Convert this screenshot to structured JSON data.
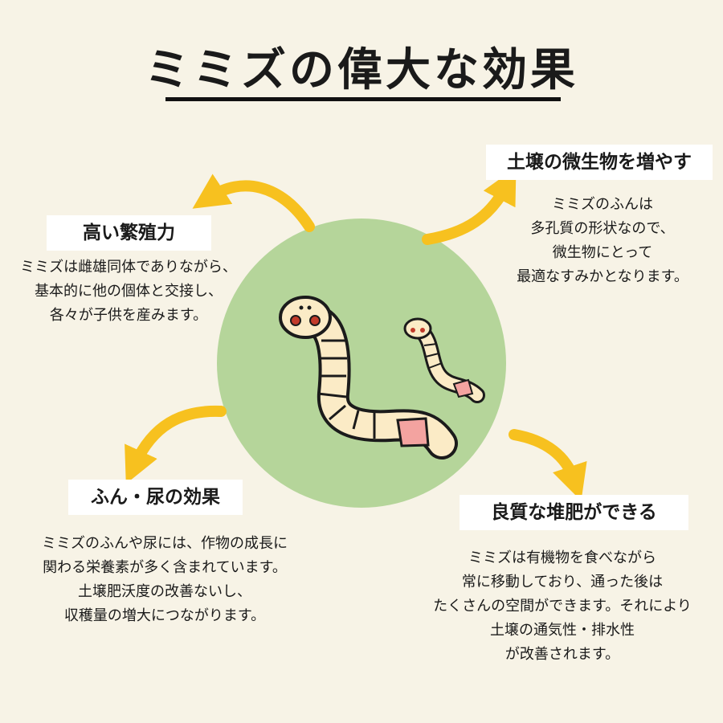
{
  "title": "ミミズの偉大な効果",
  "colors": {
    "background": "#f7f3e6",
    "circle": "#b5d59a",
    "arrow": "#f7c11f",
    "worm_body": "#fbebc6",
    "worm_band": "#f3a3a0",
    "label_bg": "#ffffff"
  },
  "sections": {
    "fecundity": {
      "label": "高い繁殖力",
      "lines": [
        "ミミズは雌雄同体でありながら、",
        "基本的に他の個体と交接し、",
        "各々が子供を産みます。"
      ]
    },
    "microbes": {
      "label": "土壌の微生物を増やす",
      "lines": [
        "ミミズのふんは",
        "多孔質の形状なので、",
        "微生物にとって",
        "最適なすみかとなります。"
      ]
    },
    "excrement": {
      "label": "ふん・尿の効果",
      "lines": [
        "ミミズのふんや尿には、作物の成長に",
        "関わる栄養素が多く含まれています。",
        "土壌肥沃度の改善ないし、",
        "収穫量の増大につながります。"
      ]
    },
    "compost": {
      "label": "良質な堆肥ができる",
      "lines": [
        "ミミズは有機物を食べながら",
        "常に移動しており、通った後は",
        "たくさんの空間ができます。それにより",
        "土壌の通気性・排水性",
        "が改善されます。"
      ]
    }
  }
}
